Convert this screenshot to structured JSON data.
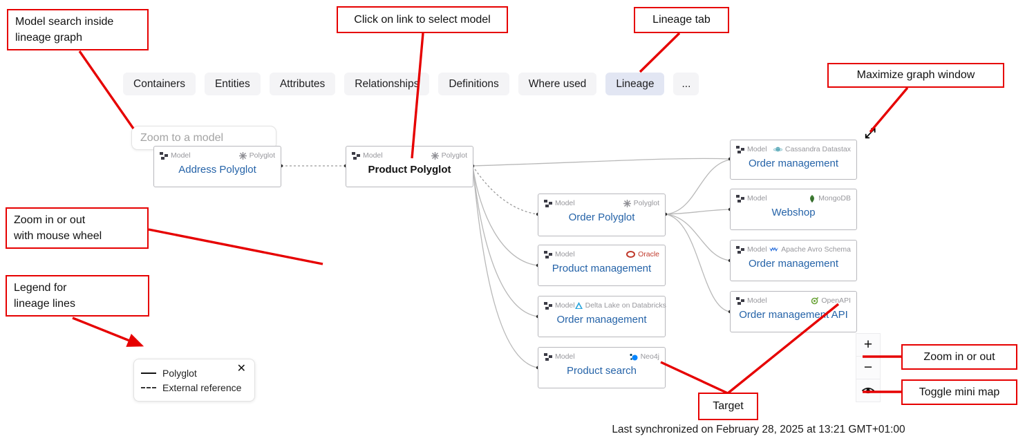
{
  "tabs": {
    "items": [
      {
        "label": "Containers",
        "active": false
      },
      {
        "label": "Entities",
        "active": false
      },
      {
        "label": "Attributes",
        "active": false
      },
      {
        "label": "Relationships",
        "active": false
      },
      {
        "label": "Definitions",
        "active": false
      },
      {
        "label": "Where used",
        "active": false
      },
      {
        "label": "Lineage",
        "active": true
      },
      {
        "label": "...",
        "active": false
      }
    ]
  },
  "search": {
    "placeholder": "Zoom to a model"
  },
  "graph": {
    "nodes": [
      {
        "type_label": "Model",
        "title": "Address Polyglot",
        "target": "Polyglot",
        "target_icon": "polyglot-icon",
        "link": true
      },
      {
        "type_label": "Model",
        "title": "Product Polyglot",
        "target": "Polyglot",
        "target_icon": "polyglot-icon",
        "link": false,
        "note": "selected model"
      },
      {
        "type_label": "Model",
        "title": "Order Polyglot",
        "target": "Polyglot",
        "target_icon": "polyglot-icon",
        "link": true
      },
      {
        "type_label": "Model",
        "title": "Product management",
        "target": "Oracle",
        "target_icon": "oracle-icon",
        "link": true
      },
      {
        "type_label": "Model",
        "title": "Order management",
        "target": "Delta Lake on Databricks",
        "target_icon": "delta-lake-icon",
        "link": true
      },
      {
        "type_label": "Model",
        "title": "Product search",
        "target": "Neo4j",
        "target_icon": "neo4j-icon",
        "link": true
      },
      {
        "type_label": "Model",
        "title": "Order management",
        "target": "Cassandra Datastax",
        "target_icon": "cassandra-icon",
        "link": true
      },
      {
        "type_label": "Model",
        "title": "Webshop",
        "target": "MongoDB",
        "target_icon": "mongodb-icon",
        "link": true
      },
      {
        "type_label": "Model",
        "title": "Order management",
        "target": "Apache Avro Schema",
        "target_icon": "avro-icon",
        "link": true
      },
      {
        "type_label": "Model",
        "title": "Order management API",
        "target": "OpenAPI",
        "target_icon": "openapi-icon",
        "link": true
      }
    ],
    "edge_types": {
      "solid": "Polyglot lineage",
      "dashed": "External reference"
    }
  },
  "legend": {
    "items": [
      {
        "label": "Polyglot",
        "line_style": "solid"
      },
      {
        "label": "External reference",
        "line_style": "dashed"
      }
    ],
    "close_label": "✕"
  },
  "controls": {
    "zoom_in_label": "+",
    "zoom_out_label": "−",
    "minimap_icon": "eye-icon",
    "maximize_icon_label": "⤢"
  },
  "annotations": {
    "model_search": {
      "line1": "Model search inside",
      "line2": "lineage graph"
    },
    "click_link": {
      "text": "Click on link to select model"
    },
    "lineage_tab": {
      "text": "Lineage tab"
    },
    "maximize": {
      "text": "Maximize graph window"
    },
    "mouse_wheel": {
      "line1": "Zoom in or out",
      "line2": "with mouse wheel"
    },
    "legend_note": {
      "line1": "Legend for",
      "line2": "lineage lines"
    },
    "zoom_in_out": {
      "text": "Zoom in or out"
    },
    "toggle_minimap": {
      "text": "Toggle mini map"
    },
    "target": {
      "text": "Target"
    }
  },
  "footer": {
    "last_synchronized": "Last synchronized on February 28, 2025 at 13:21 GMT+01:00"
  },
  "colors": {
    "annotation_red": "#e60000",
    "link_blue": "#2563a8",
    "tab_active_bg": "#e2e6f3",
    "edge_gray": "#b8b8b8",
    "oracle_red": "#c0392b",
    "mongodb_green": "#3f7d34",
    "delta_blue": "#28a4dc",
    "neo4j_blue": "#0184ff",
    "cassandra_teal": "#5aa8b8",
    "avro_blue": "#2a6fdb",
    "openapi_green": "#6ba43a"
  }
}
